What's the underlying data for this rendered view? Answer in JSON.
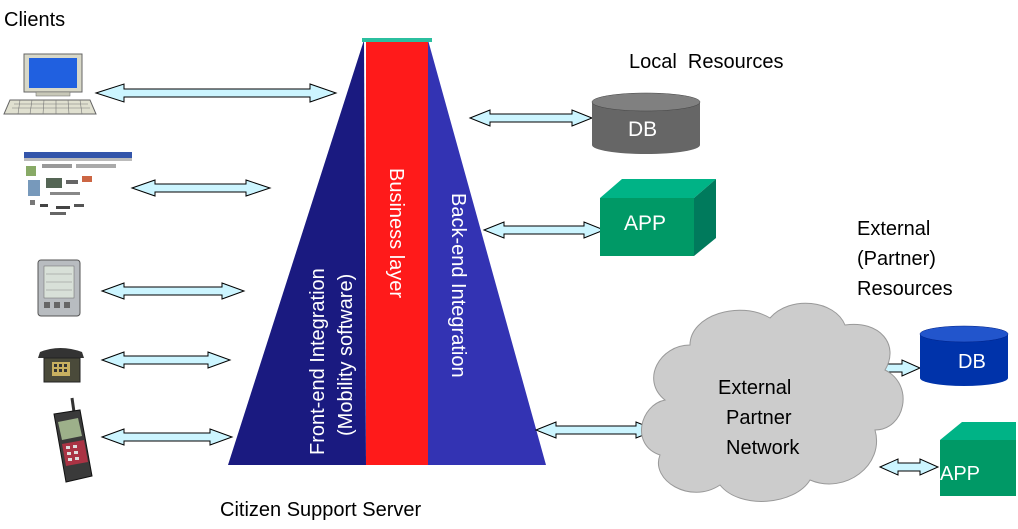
{
  "labels": {
    "clients": "Clients",
    "local_resources": "Local  Resources",
    "external_resources_line1": "External",
    "external_resources_line2": "(Partner)",
    "external_resources_line3": "Resources",
    "server": "Citizen Support Server"
  },
  "pyramid": {
    "front_end_line1": "Front-end Integration",
    "front_end_line2": "(Mobility software)",
    "business": "Business layer",
    "back_end": "Back-end Integration"
  },
  "local": {
    "db": "DB",
    "app": "APP"
  },
  "external": {
    "network_line1": "External",
    "network_line2": "Partner",
    "network_line3": "Network",
    "db": "DB",
    "app": "APP"
  },
  "colors": {
    "front_end": "#1a1a80",
    "business": "#ff1a1a",
    "back_end": "#3333b3",
    "arrow_fill": "#ccf5ff",
    "local_db": "#666666",
    "app": "#009966",
    "ext_db": "#0033aa",
    "cloud": "#cccccc"
  }
}
